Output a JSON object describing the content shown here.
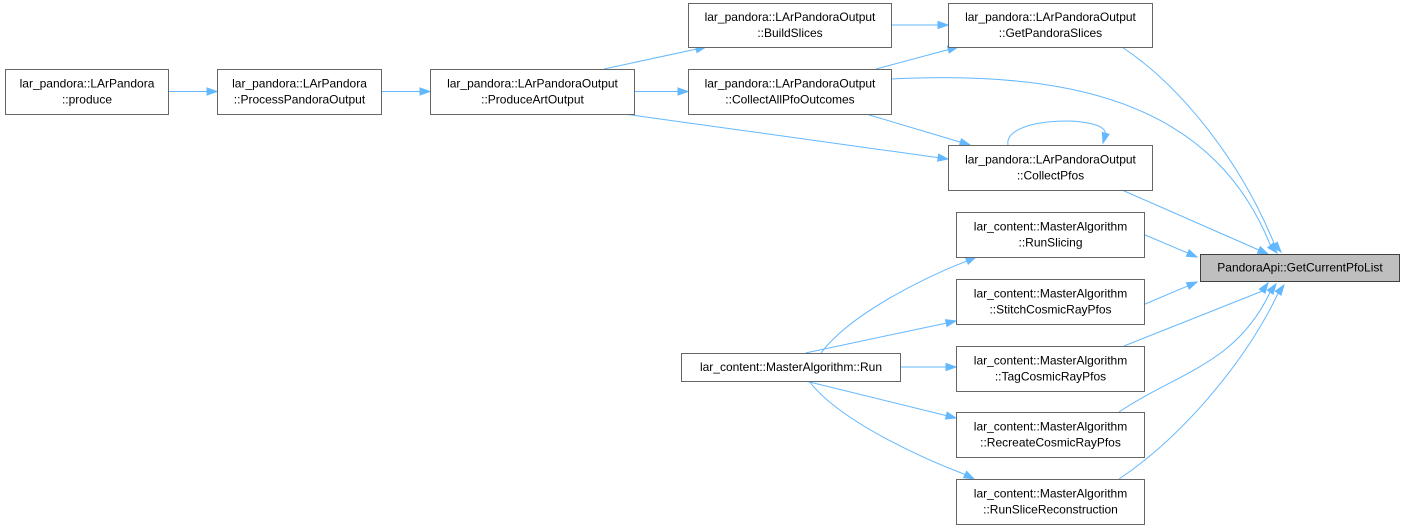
{
  "nodes": {
    "produce": {
      "lines": [
        "lar_pandora::LArPandora",
        "::produce"
      ]
    },
    "processOutput": {
      "lines": [
        "lar_pandora::LArPandora",
        "::ProcessPandoraOutput"
      ]
    },
    "produceArtOutput": {
      "lines": [
        "lar_pandora::LArPandoraOutput",
        "::ProduceArtOutput"
      ]
    },
    "buildSlices": {
      "lines": [
        "lar_pandora::LArPandoraOutput",
        "::BuildSlices"
      ]
    },
    "collectAllPfo": {
      "lines": [
        "lar_pandora::LArPandoraOutput",
        "::CollectAllPfoOutcomes"
      ]
    },
    "getPandoraSlices": {
      "lines": [
        "lar_pandora::LArPandoraOutput",
        "::GetPandoraSlices"
      ]
    },
    "collectPfos": {
      "lines": [
        "lar_pandora::LArPandoraOutput",
        "::CollectPfos"
      ]
    },
    "masterRun": {
      "lines": [
        "lar_content::MasterAlgorithm::Run"
      ]
    },
    "runSlicing": {
      "lines": [
        "lar_content::MasterAlgorithm",
        "::RunSlicing"
      ]
    },
    "stitchCosmic": {
      "lines": [
        "lar_content::MasterAlgorithm",
        "::StitchCosmicRayPfos"
      ]
    },
    "tagCosmic": {
      "lines": [
        "lar_content::MasterAlgorithm",
        "::TagCosmicRayPfos"
      ]
    },
    "recreateCosmic": {
      "lines": [
        "lar_content::MasterAlgorithm",
        "::RecreateCosmicRayPfos"
      ]
    },
    "runSliceReco": {
      "lines": [
        "lar_content::MasterAlgorithm",
        "::RunSliceReconstruction"
      ]
    },
    "getCurrentPfoList": {
      "lines": [
        "PandoraApi::GetCurrentPfoList"
      ],
      "root": true
    }
  },
  "edges": [
    [
      "produce",
      "processOutput"
    ],
    [
      "processOutput",
      "produceArtOutput"
    ],
    [
      "produceArtOutput",
      "buildSlices"
    ],
    [
      "produceArtOutput",
      "collectAllPfo"
    ],
    [
      "produceArtOutput",
      "collectPfos"
    ],
    [
      "buildSlices",
      "getPandoraSlices"
    ],
    [
      "collectAllPfo",
      "getPandoraSlices"
    ],
    [
      "collectAllPfo",
      "collectPfos"
    ],
    [
      "collectAllPfo",
      "getCurrentPfoList"
    ],
    [
      "getPandoraSlices",
      "getCurrentPfoList"
    ],
    [
      "collectPfos",
      "collectPfos"
    ],
    [
      "collectPfos",
      "getCurrentPfoList"
    ],
    [
      "masterRun",
      "runSlicing"
    ],
    [
      "masterRun",
      "stitchCosmic"
    ],
    [
      "masterRun",
      "tagCosmic"
    ],
    [
      "masterRun",
      "recreateCosmic"
    ],
    [
      "masterRun",
      "runSliceReco"
    ],
    [
      "runSlicing",
      "getCurrentPfoList"
    ],
    [
      "stitchCosmic",
      "getCurrentPfoList"
    ],
    [
      "tagCosmic",
      "getCurrentPfoList"
    ],
    [
      "recreateCosmic",
      "getCurrentPfoList"
    ],
    [
      "runSliceReco",
      "getCurrentPfoList"
    ]
  ],
  "colors": {
    "edge": "#63b8ff",
    "node_border": "#666666",
    "root_fill": "#bfbfbf"
  }
}
